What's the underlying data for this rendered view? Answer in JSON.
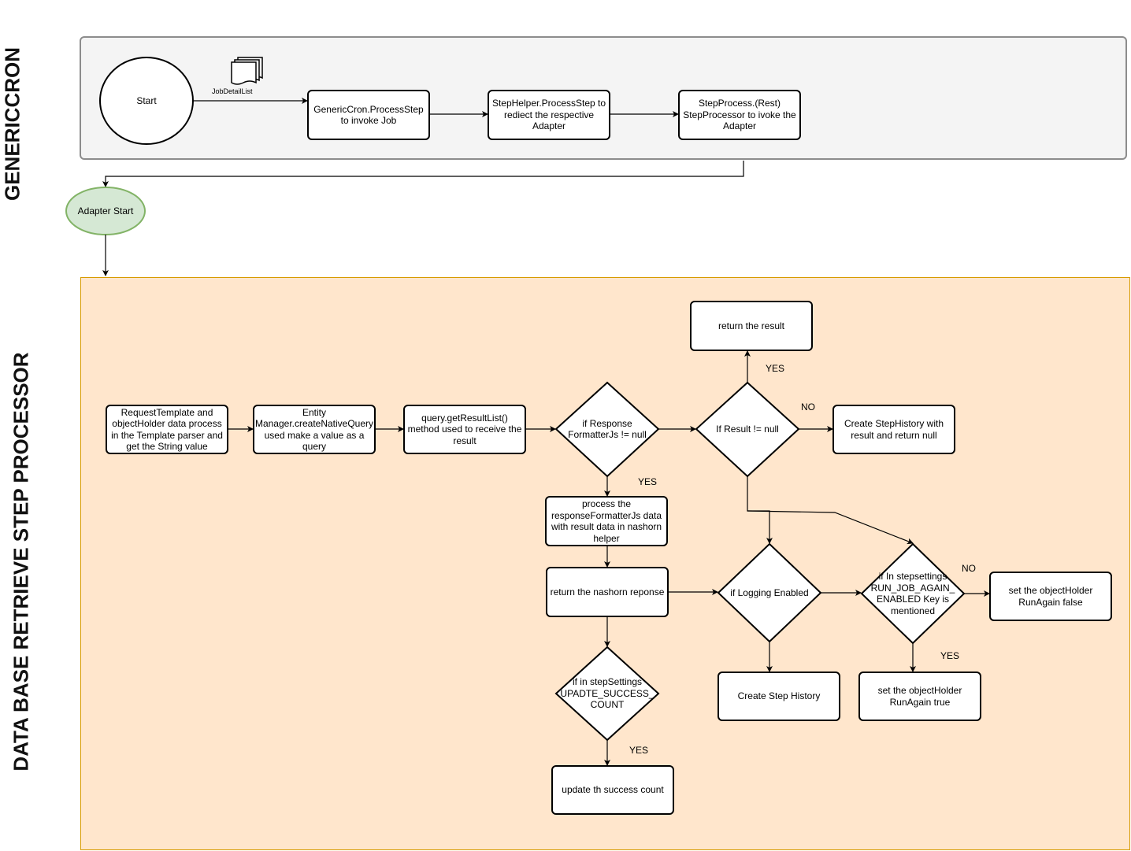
{
  "lanes": {
    "genericcron": "GENERICCRON",
    "db_step": "DATA BASE RETRIEVE STEP PROCESSOR"
  },
  "nodes": {
    "start": "Start",
    "job_detail_list": "JobDetailList",
    "genericcron_process": "GenericCron.ProcessStep to invoke Job",
    "stephelper_process": "StepHelper.ProcessStep to rediect the respective Adapter",
    "stepprocess_rest": "StepProcess.(Rest) StepProcessor to ivoke the Adapter",
    "adapter_start": "Adapter Start",
    "request_template": "RequestTemplate and objectHolder data process in the Template parser and get the String value",
    "entity_manager": "Entity Manager.createNativeQuery used make a value as a query",
    "get_result_list": "query.getResultList() method used to receive the result",
    "if_response_formatter": "if Response FormatterJs != null",
    "if_result": "If Result != null",
    "return_result": "return the result",
    "create_stephistory_null": "Create StepHistory with result and return null",
    "process_formatter": "process the responseFormatterJs data with result data in nashorn helper",
    "return_nashorn": "return the nashorn reponse",
    "if_logging": "if Logging Enabled",
    "if_run_again": "if In stepsettings RUN_JOB_AGAIN_ ENABLED Key is mentioned",
    "set_runagain_false": "set the objectHolder RunAgain false",
    "set_runagain_true": "set the objectHolder RunAgain true",
    "create_step_history": "Create Step History",
    "if_update_count": "if in stepSettings UPADTE_SUCCESS_ COUNT",
    "update_count": "update th success count"
  },
  "edge_labels": {
    "yes_result": "YES",
    "no_result": "NO",
    "yes_formatter": "YES",
    "no_run_again": "NO",
    "yes_run_again": "YES",
    "yes_update": "YES"
  }
}
